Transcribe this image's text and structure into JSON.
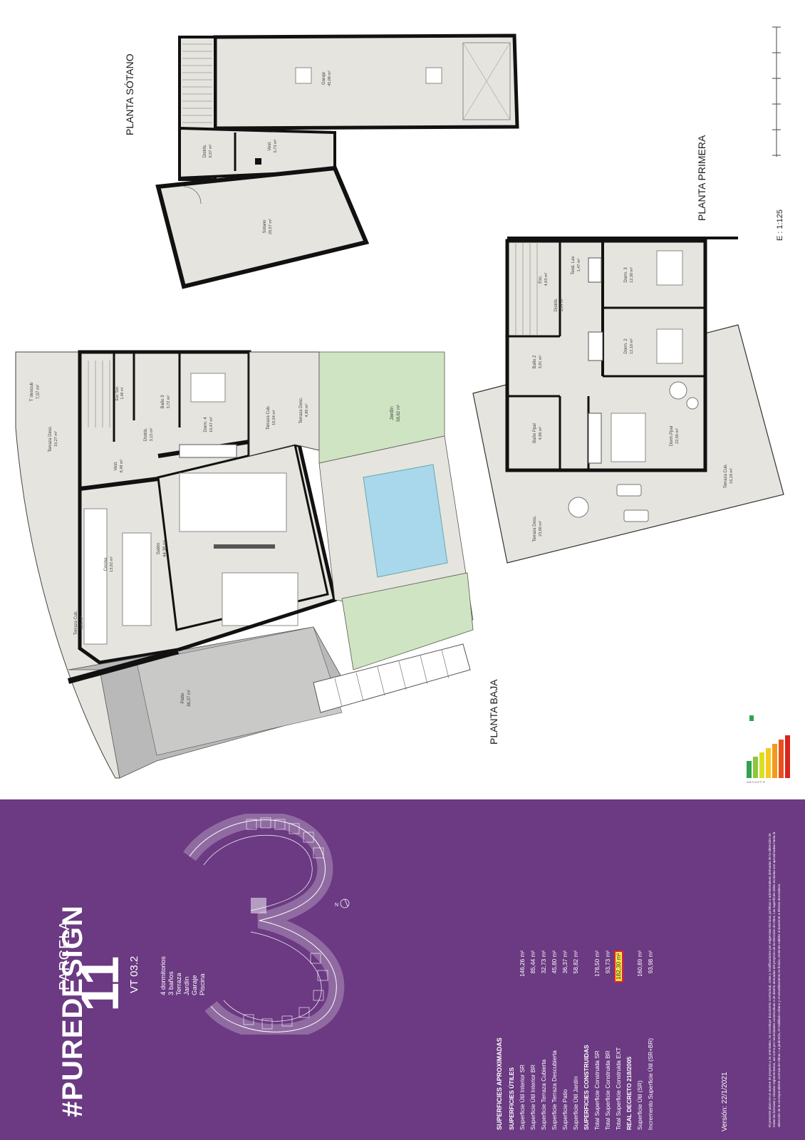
{
  "plans": {
    "sotano": {
      "title": "PLANTA SÓTANO",
      "rooms": [
        {
          "name": "Garaje",
          "area": "45,08 m²"
        },
        {
          "name": "Distrib.",
          "area": "6,57 m²"
        },
        {
          "name": "Vest.",
          "area": "5,73 m²"
        },
        {
          "name": "Sotano",
          "area": "28,57 m²"
        }
      ]
    },
    "baja": {
      "title": "PLANTA BAJA",
      "rooms": [
        {
          "name": "T descub",
          "area": "7,07 m²"
        },
        {
          "name": "Terraza Desc.",
          "area": "10,27 m²"
        },
        {
          "name": "Esc Sot.",
          "area": "1,48 m²"
        },
        {
          "name": "Baño 3",
          "area": "3,72 m²"
        },
        {
          "name": "Dorm. 4",
          "area": "10,47 m²"
        },
        {
          "name": "Distrib.",
          "area": "3,15 m²"
        },
        {
          "name": "Vest.",
          "area": "8,48 m²"
        },
        {
          "name": "Terraza Cub.",
          "area": "10,54 m²"
        },
        {
          "name": "Terraza Desc.",
          "area": "4,86 m²"
        },
        {
          "name": "Jardín",
          "area": "58,82 m²"
        },
        {
          "name": "Cocina",
          "area": "13,92 m²"
        },
        {
          "name": "Salón",
          "area": "44,38 m²"
        },
        {
          "name": "Terraza Cub.",
          "area": "6,91 m²"
        },
        {
          "name": "Patio",
          "area": "36,37 m²"
        }
      ]
    },
    "primera": {
      "title": "PLANTA PRIMERA",
      "rooms": [
        {
          "name": "Esc.",
          "area": "4,63 m²"
        },
        {
          "name": "Tend. Lav.",
          "area": "1,47 m²"
        },
        {
          "name": "Dorm. 3",
          "area": "12,30 m²"
        },
        {
          "name": "Distrib.",
          "area": "3,04 m²"
        },
        {
          "name": "Dorm. 2",
          "area": "12,10 m²"
        },
        {
          "name": "Baño 2",
          "area": "3,91 m²"
        },
        {
          "name": "Baño Ppal",
          "area": "4,86 m²"
        },
        {
          "name": "Dorm.Ppal",
          "area": "22,56 m²"
        },
        {
          "name": "Terraza Cub.",
          "area": "16,18 m²"
        },
        {
          "name": "Terraza Desc.",
          "area": "23,60 m²"
        }
      ]
    },
    "scale": "E : 1:125"
  },
  "brand": {
    "logo_text": "#PUREDESIGN",
    "parcela_label": "PARCELA",
    "parcela_number": "11",
    "model": "VT 03.2",
    "features": [
      "4 dormitorios",
      "3 baños",
      "Terraza",
      "Jardín",
      "Garaje",
      "Piscina"
    ],
    "north_label": "N",
    "energy_label": "A B C D E F G"
  },
  "surfaces": {
    "title": "SUPERFICIES APROXIMADAS",
    "utiles_title": "SUPERFICIES ÚTILES",
    "utiles": [
      {
        "label": "Superficie Útil Interior SR",
        "value": "146,26 m²"
      },
      {
        "label": "Superficie Útil Interior BR",
        "value": "85,44 m²"
      },
      {
        "label": "Superficie Terraza Cubierta",
        "value": "32,73 m²"
      },
      {
        "label": "Superficie Terraza Descubierta",
        "value": "45,80 m²"
      },
      {
        "label": "Superficie Patio",
        "value": "36,37 m²"
      },
      {
        "label": "Superficie Útil Jardín",
        "value": "58,82 m²"
      }
    ],
    "construidas_title": "SUPERFICIES CONSTRUIDAS",
    "construidas": [
      {
        "label": "Total Superficie Construida SR",
        "value": "178,50 m²"
      },
      {
        "label": "Total Superficie Construida BR",
        "value": "93,73 m²"
      },
      {
        "label": "Total Superficie Construida EXT",
        "value": "182,30 m²"
      }
    ],
    "rd_title": "REAL DECRETO 218/2005",
    "rd": [
      {
        "label": "Superficie Útil (SR)",
        "value": "160,89 m²"
      },
      {
        "label": "Incremento Superficie Útil (SR+BR)",
        "value": "93,98 m²"
      }
    ],
    "version": "Versión: 22/1/2021"
  },
  "disclaimer": "El presente plano es un avance de proyecto y es orientativo, no constituye documento contractual, cotas y modificaciones por exigencias técnicas, jurídicas o administrativas derivadas de la obtención de todas las licencias y Visados reglamentarios, así como por necesidades constructivas o de diseño derivadas del proyecto de la Dirección de Obra. Las superficies útiles incluidas son aproximadas hasta la obtención de la correspondiente Licencia de Obras. La jardinería, el mobiliario urbano y el amueblamiento es ficticio, teniendo validez únicamente a efectos decorativos.",
  "colors": {
    "brand_purple": "#6b3a82",
    "floor": "#e6e4de",
    "garden": "#cfe4c2",
    "pool": "#a9d7ec",
    "wall": "#111111",
    "highlight": "#f4e24a",
    "highlight_border": "#e0232b"
  }
}
